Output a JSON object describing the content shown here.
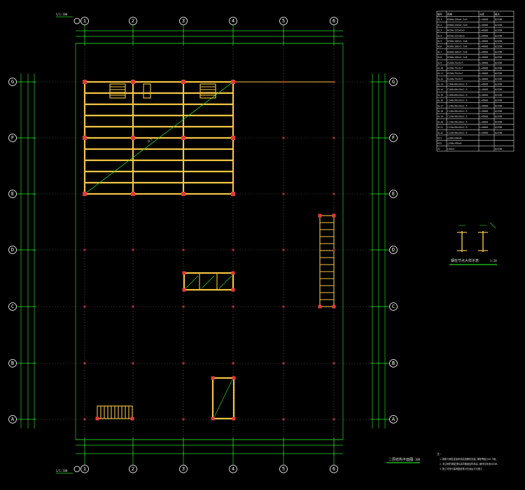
{
  "axes": {
    "columns": [
      "1",
      "2",
      "3",
      "4",
      "5",
      "6"
    ],
    "rows": [
      "G",
      "F",
      "E",
      "D",
      "C",
      "B",
      "A"
    ]
  },
  "labels": {
    "ref_top_left": "1/1:100",
    "ref_bottom_left": "1/1:100",
    "plan_title": "二层结构平面图",
    "plan_scale": "1:100",
    "detail_title": "钢柱节点大样示意",
    "detail_scale": "1:20",
    "notes_head": "注:",
    "beam_tag": "GL1"
  },
  "colors": {
    "background": "#000000",
    "axis": "#22d622",
    "beam": "#f5c542",
    "column": "#e23a3a",
    "grid": "#4a4a4a",
    "text": "#dddddd"
  },
  "material_table": {
    "headers": [
      "编号",
      "规格",
      "长度",
      "备注"
    ],
    "rows": [
      [
        "GL1",
        "H300x150x6.5x9",
        "L=6000",
        "Q235B"
      ],
      [
        "GL2",
        "H300x150x6.5x9",
        "L=6000",
        "Q235B"
      ],
      [
        "GL3",
        "H250x125x6x9",
        "L=6000",
        "Q235B"
      ],
      [
        "GL4",
        "H250x125x6x9",
        "L=6000",
        "Q235B"
      ],
      [
        "GL5",
        "H200x100x5.5x8",
        "L=6000",
        "Q235B"
      ],
      [
        "GL6",
        "H200x100x5.5x8",
        "L=6000",
        "Q235B"
      ],
      [
        "GL7",
        "H200x100x5.5x8",
        "L=6000",
        "Q235B"
      ],
      [
        "GL8",
        "H200x100x5.5x8",
        "L=6000",
        "Q235B"
      ],
      [
        "GL9",
        "H150x75x5x7",
        "L=6000",
        "Q235B"
      ],
      [
        "GL10",
        "H150x75x5x7",
        "L=6000",
        "Q235B"
      ],
      [
        "GL11",
        "H150x75x5x7",
        "L=6000",
        "Q235B"
      ],
      [
        "GL12",
        "H150x75x5x7",
        "L=6000",
        "Q235B"
      ],
      [
        "GL13",
        "C160x60x20x2.5",
        "L=6000",
        "Q235B"
      ],
      [
        "GL14",
        "C160x60x20x2.5",
        "L=6000",
        "Q235B"
      ],
      [
        "GL15",
        "C160x60x20x2.5",
        "L=6000",
        "Q235B"
      ],
      [
        "GL16",
        "C140x50x20x2.5",
        "L=6000",
        "Q235B"
      ],
      [
        "GL17",
        "C140x50x20x2.5",
        "L=6000",
        "Q235B"
      ],
      [
        "GL18",
        "C140x50x20x2.5",
        "L=6000",
        "Q235B"
      ],
      [
        "GL19",
        "C120x50x20x2.5",
        "L=6000",
        "Q235B"
      ],
      [
        "GL20",
        "C120x50x20x2.5",
        "L=6000",
        "Q235B"
      ],
      [
        "GL21",
        "C120x50x20x2.5",
        "L=6000",
        "Q235B"
      ],
      [
        "GL22",
        "C120x50x20x2.5",
        "L=6000",
        "Q235B"
      ]
    ],
    "footer_rows": [
      [
        "KZ1",
        "□200x200x8",
        "",
        ""
      ],
      [
        "KZ2",
        "□150x150x6",
        "",
        ""
      ],
      [
        "ZC",
        "L50x5",
        "",
        "Q235B"
      ]
    ]
  },
  "notes": [
    "1.钢梁与钢柱连接采用高强螺栓连接,螺栓等级为10.9级,",
    "2.未注明的钢梁顶标高同楼面结构标高,钢材均采用Q235B,",
    "3.施工时需与建筑图纸核对无误后方可施工."
  ]
}
